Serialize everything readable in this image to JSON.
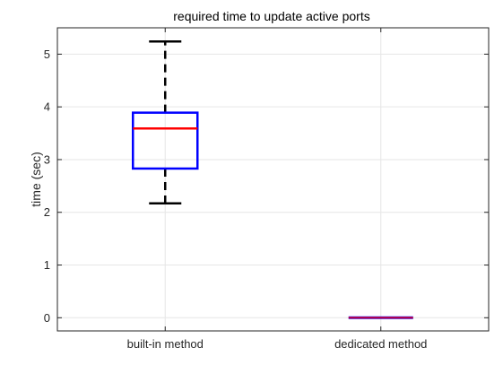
{
  "chart_data": {
    "type": "box",
    "title": "required time to update active ports",
    "xlabel": "",
    "ylabel": "time (sec)",
    "categories": [
      "built-in method",
      "dedicated method"
    ],
    "boxes": [
      {
        "category": "built-in method",
        "whisker_low": 2.17,
        "q1": 2.83,
        "median": 3.59,
        "q3": 3.89,
        "whisker_high": 5.24
      },
      {
        "category": "dedicated method",
        "whisker_low": 0.0,
        "q1": 0.0,
        "median": 0.0,
        "q3": 0.0,
        "whisker_high": 0.0
      }
    ],
    "ylim": [
      -0.25,
      5.5
    ],
    "yticks": [
      "0",
      "1",
      "2",
      "3",
      "4",
      "5"
    ],
    "ytick_values": [
      0,
      1,
      2,
      3,
      4,
      5
    ],
    "grid": true,
    "legend": false,
    "colors": {
      "box": "#0000ff",
      "median": "#ff0000",
      "whisker": "#000000",
      "grid": "#e6e6e6",
      "axis": "#262626"
    }
  }
}
